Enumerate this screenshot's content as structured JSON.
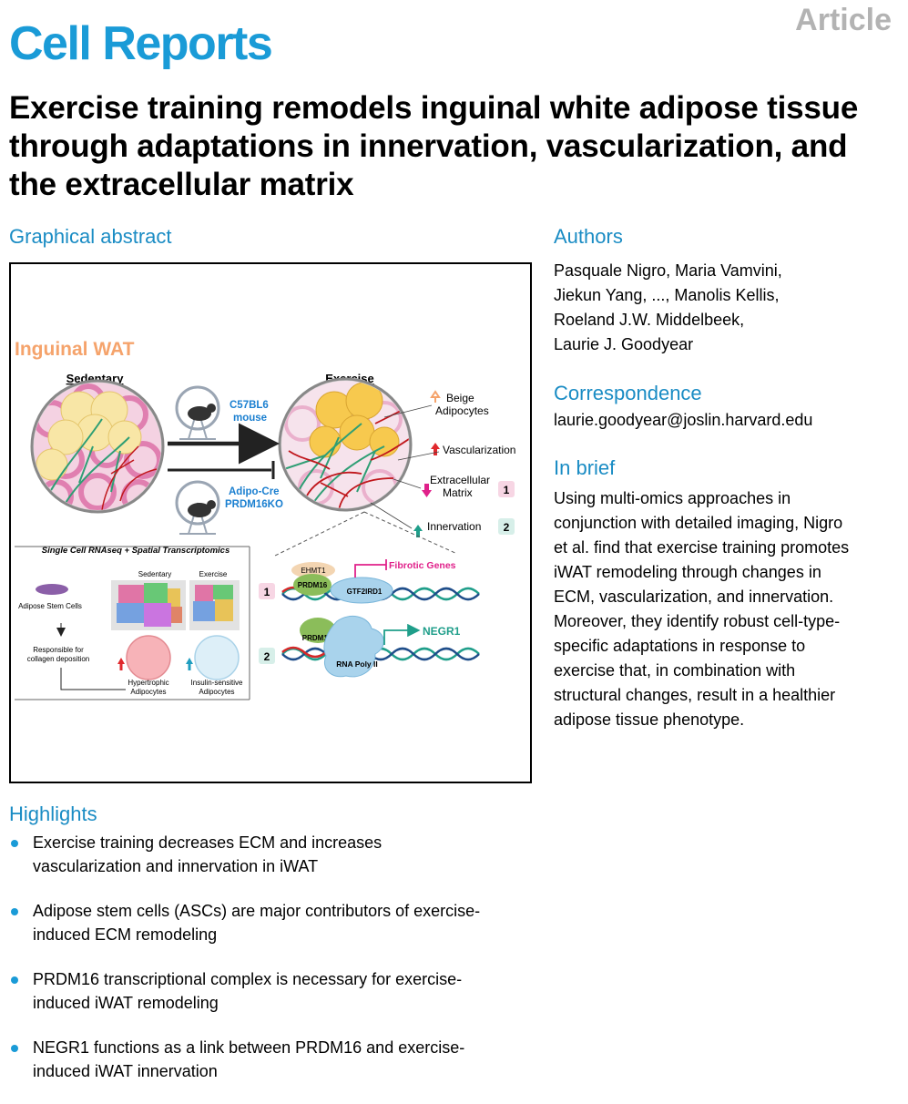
{
  "header": {
    "journal": "Cell Reports",
    "article_type": "Article",
    "title": "Exercise training remodels inguinal white adipose tissue through adaptations in innervation, vascularization, and the extracellular matrix"
  },
  "graphical_abstract": {
    "heading": "Graphical abstract",
    "tissue_label": "Inguinal WAT",
    "sedentary_label": "Sedentary",
    "exercise_label": "Exercise",
    "mouse_top_line1": "C57BL6",
    "mouse_top_line2": "mouse",
    "mouse_bottom_line1": "Adipo-Cre",
    "mouse_bottom_line2": "PRDM16KO",
    "beige_line1": "Beige",
    "beige_line2": "Adipocytes",
    "vascularization": "Vascularization",
    "ecm_line1": "Extracellular",
    "ecm_line2": "Matrix",
    "innervation": "Innervation",
    "badge1": "1",
    "badge2": "2",
    "panel_title": "Single Cell RNAseq + Spatial Transcriptomics",
    "panel_sedentary": "Sedentary",
    "panel_exercise": "Exercise",
    "adipose_stem_cells": "Adipose Stem Cells",
    "responsible_line1": "Responsible for",
    "responsible_line2": "collagen deposition",
    "hypertrophic_line1": "Hypertrophic",
    "hypertrophic_line2": "Adipocytes",
    "insulin_line1": "Insulin-sensitive",
    "insulin_line2": "Adipocytes",
    "ehmt1": "EHMT1",
    "prdm16": "PRDM16",
    "gtf2ird1": "GTF2IRD1",
    "fibrotic_genes": "Fibrotic Genes",
    "negr1": "NEGR1",
    "rna_pol": "RNA Poly II",
    "colors": {
      "wat_orange": "#f5a36b",
      "accent_blue": "#1a9bd7",
      "magenta": "#e0218a",
      "teal": "#1f9e8a"
    }
  },
  "authors": {
    "heading": "Authors",
    "lines": [
      "Pasquale Nigro, Maria Vamvini,",
      "Jiekun Yang, ..., Manolis Kellis,",
      "Roeland J.W. Middelbeek,",
      "Laurie J. Goodyear"
    ]
  },
  "correspondence": {
    "heading": "Correspondence",
    "email": "laurie.goodyear@joslin.harvard.edu"
  },
  "in_brief": {
    "heading": "In brief",
    "lines": [
      "Using multi-omics approaches in",
      "conjunction with detailed imaging, Nigro",
      "et al. find that exercise training promotes",
      "iWAT remodeling through changes in",
      "ECM, vascularization, and innervation.",
      "Moreover, they identify robust cell-type-",
      "specific adaptations in response to",
      "exercise that, in combination with",
      "structural changes, result in a healthier",
      "adipose tissue phenotype."
    ]
  },
  "highlights": {
    "heading": "Highlights",
    "items": [
      {
        "line1": "Exercise training decreases ECM and increases",
        "line2": "vascularization and innervation in iWAT"
      },
      {
        "line1": "Adipose stem cells (ASCs) are major contributors of exercise-",
        "line2": "induced ECM remodeling"
      },
      {
        "line1": "PRDM16 transcriptional complex is necessary for exercise-",
        "line2": "induced iWAT remodeling"
      },
      {
        "line1": "NEGR1 functions as a link between PRDM16 and exercise-",
        "line2": "induced iWAT innervation"
      }
    ]
  }
}
